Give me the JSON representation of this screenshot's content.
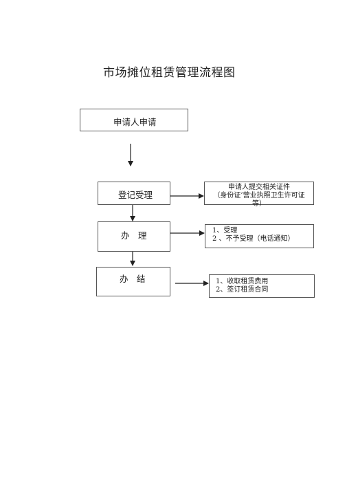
{
  "title": "市场摊位租赁管理流程图",
  "steps": {
    "apply": "申请人申请",
    "register": "登记受理",
    "process": "办　理",
    "finish": "办　结"
  },
  "notes": {
    "register": [
      "申请人提交相关证件",
      "（身份证’营业执照卫生许可证",
      "等）"
    ],
    "process": [
      "1、受理",
      "2 、不予受理（电话通知）"
    ],
    "finish": [
      "1、收取租赁费用",
      "2、签订租赁合同"
    ]
  }
}
